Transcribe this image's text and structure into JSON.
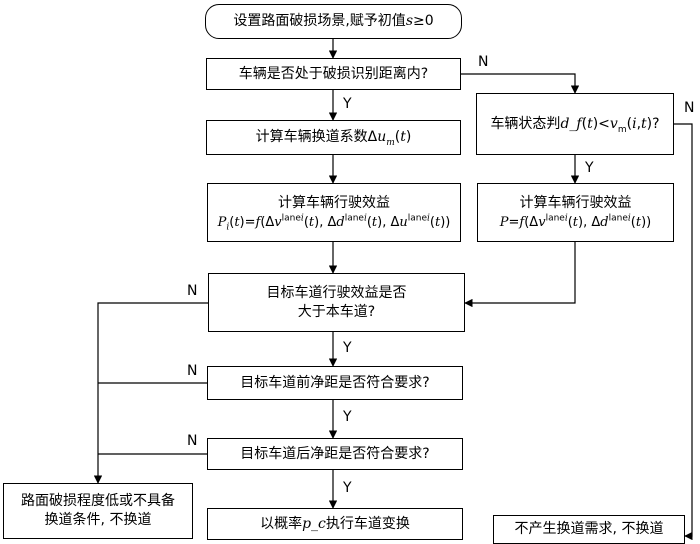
{
  "nodes": {
    "start": {
      "line1": "设置路面破损场景,赋予初值s≥0"
    },
    "in_range": {
      "line1": "车辆是否处于破损识别距离内?"
    },
    "calc_coef": {
      "line1": "计算车辆换道系数Δu_m(t)"
    },
    "calc_benefit": {
      "line1": "计算车辆行驶效益",
      "line2": "P_i(t)=f(Δv^lanei(t), Δd^lanei(t), Δu^lanei(t))"
    },
    "state_judge": {
      "line1": "车辆状态判d_f(t)<v_m(i,t)?"
    },
    "calc_benefit_r": {
      "line1": "计算车辆行驶效益",
      "line2": "P=f(Δv^lanei(t), Δd^lanei(t))"
    },
    "target_greater": {
      "line1": "目标车道行驶效益是否",
      "line2": "大于本车道?"
    },
    "front_gap": {
      "line1": "目标车道前净距是否符合要求?"
    },
    "rear_gap": {
      "line1": "目标车道后净距是否符合要求?"
    },
    "no_change_left": {
      "line1": "路面破损程度低或不具备",
      "line2": "换道条件, 不换道"
    },
    "execute": {
      "line1": "以概率p_c执行车道变换"
    },
    "no_change_right": {
      "line1": "不产生换道需求, 不换道"
    }
  },
  "edge_labels": {
    "in_range_no": "N",
    "in_range_yes": "Y",
    "state_no": "N",
    "state_yes": "Y",
    "target_no": "N",
    "target_yes": "Y",
    "front_no": "N",
    "front_yes": "Y",
    "rear_no": "N",
    "rear_yes": "Y"
  }
}
